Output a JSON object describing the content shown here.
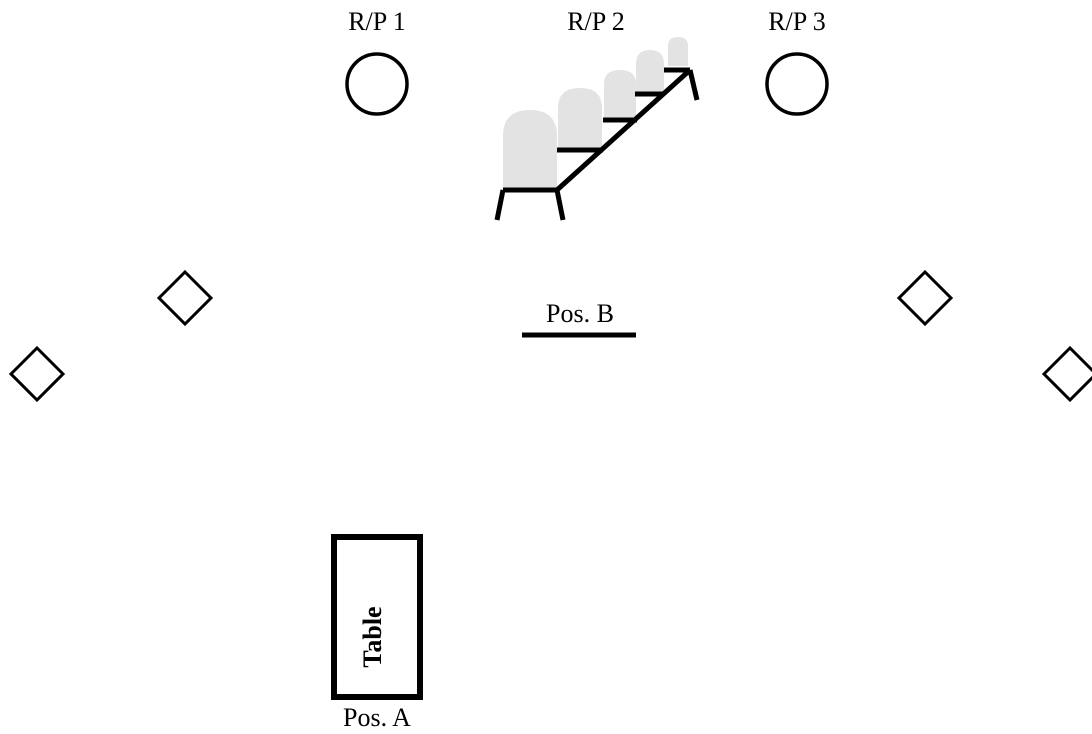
{
  "speakers": [
    {
      "label": "R/P 1"
    },
    {
      "label": "R/P 2"
    },
    {
      "label": "R/P 3"
    }
  ],
  "position_b": {
    "label": "Pos. B"
  },
  "table": {
    "label": "Table"
  },
  "position_a": {
    "label": "Pos. A"
  },
  "colors": {
    "ink": "#000000",
    "chair_fill": "#e3e3e3",
    "background": "#ffffff"
  }
}
